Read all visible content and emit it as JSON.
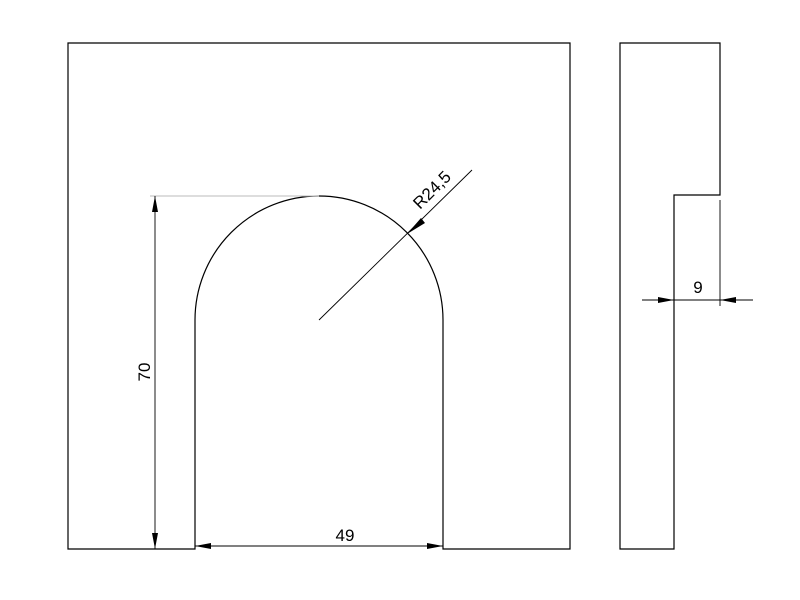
{
  "drawing": {
    "front_view": {
      "dimensions": {
        "height": "70",
        "width": "49",
        "radius": "R24,5"
      }
    },
    "side_view": {
      "dimensions": {
        "step_depth": "9"
      }
    }
  }
}
